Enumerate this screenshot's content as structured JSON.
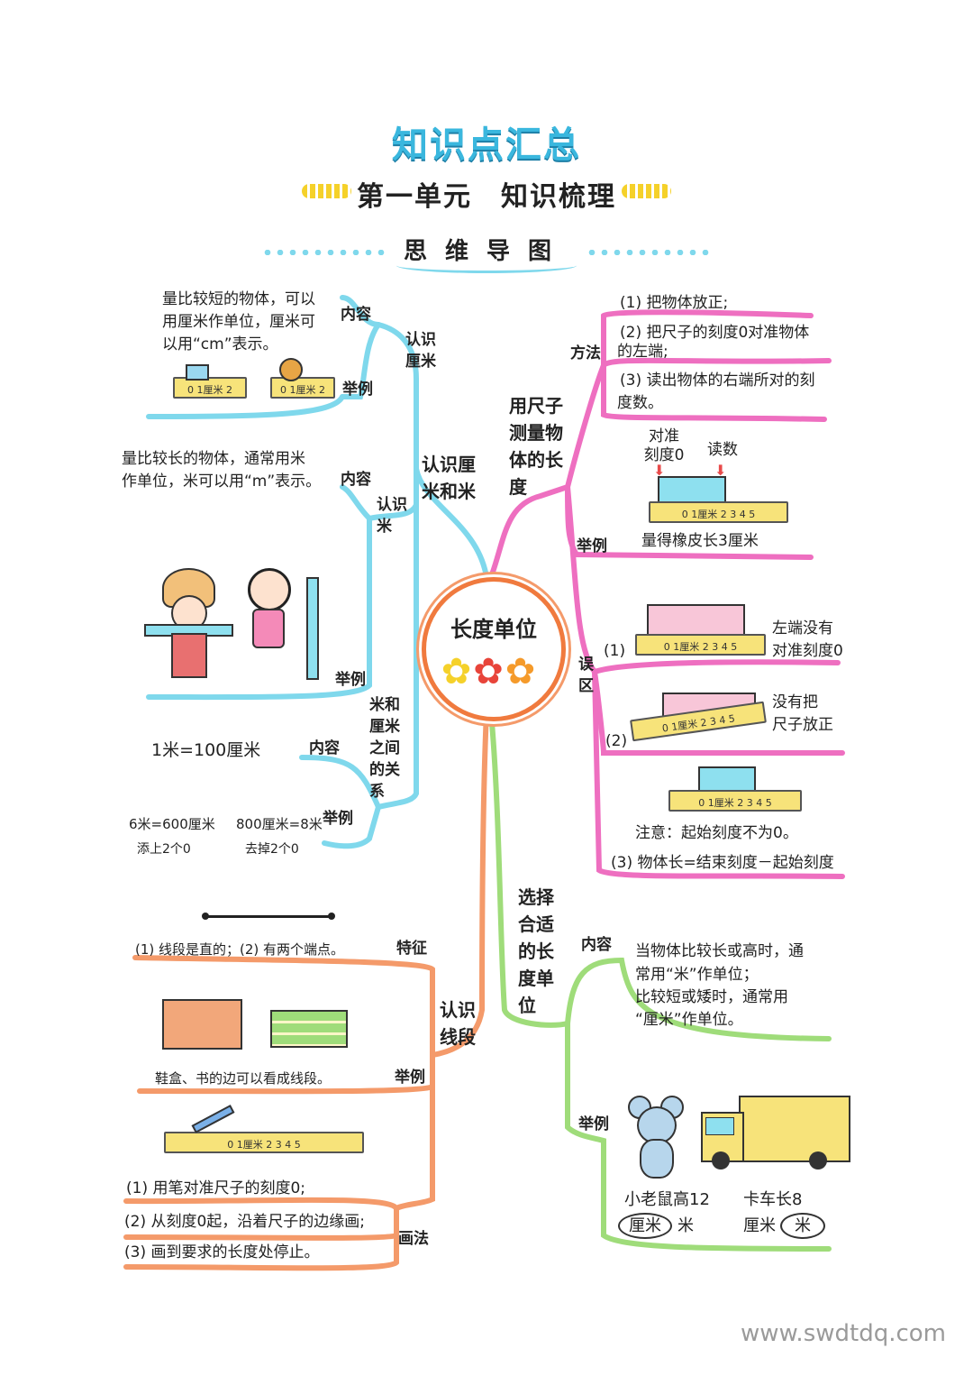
{
  "header": {
    "title": "知识点汇总",
    "subtitle": "第一单元　知识梳理",
    "banner": "思维导图"
  },
  "center": {
    "label": "长度单位"
  },
  "left_top": {
    "branch": "认识厘米和米",
    "cm": {
      "label": "认识厘米",
      "content_tag": "内容",
      "content": [
        "量比较短的物体，可以",
        "用厘米作单位，厘米可",
        "以用“cm”表示。"
      ],
      "example_tag": "举例"
    },
    "m": {
      "label": "认识米",
      "content_tag": "内容",
      "content": [
        "量比较长的物体，通常用米",
        "作单位，米可以用“m”表示。"
      ],
      "example_tag": "举例"
    },
    "relation": {
      "label": "米和厘米之间的关系",
      "content_tag": "内容",
      "content": "1米=100厘米",
      "example_tag": "举例",
      "ex1": "6米=600厘米",
      "ex1_note": "添上2个0",
      "ex2": "800厘米=8米",
      "ex2_note": "去掉2个0"
    }
  },
  "right_top": {
    "branch": "用尺子测量物体的长度",
    "method_tag": "方法",
    "methods": [
      "(1) 把物体放正;",
      "(2) 把尺子的刻度0对准物体",
      "的左端;",
      "(3) 读出物体的右端所对的刻",
      "度数。"
    ],
    "example_tag": "举例",
    "align_label": "对准刻度0",
    "read_label": "读数",
    "example_result": "量得橡皮长3厘米",
    "mistake_tag": "误区",
    "mistake1_num": "(1)",
    "mistake1": [
      "左端没有",
      "对准刻度0"
    ],
    "mistake2_num": "(2)",
    "mistake2": [
      "没有把",
      "尺子放正"
    ],
    "note": "注意：起始刻度不为0。",
    "formula": "(3) 物体长=结束刻度－起始刻度"
  },
  "left_bottom": {
    "branch": "认识线段",
    "feature_tag": "特征",
    "feature": "(1) 线段是直的；(2) 有两个端点。",
    "example_tag": "举例",
    "example": "鞋盒、书的边可以看成线段。",
    "draw_tag": "画法",
    "steps": [
      "(1) 用笔对准尺子的刻度0;",
      "(2) 从刻度0起，沿着尺子的边缘画;",
      "(3) 画到要求的长度处停止。"
    ]
  },
  "right_bottom": {
    "branch": "选择合适的长度单位",
    "content_tag": "内容",
    "content": [
      "当物体比较长或高时，通",
      "常用“米”作单位；",
      "比较短或矮时，通常用",
      "“厘米”作单位。"
    ],
    "example_tag": "举例",
    "mouse": [
      "小老鼠高12",
      "厘米",
      "米"
    ],
    "truck": [
      "卡车长8",
      "厘米",
      "米"
    ]
  },
  "ruler_labels": {
    "short": "0 1厘米 2",
    "long": "0 1厘米 2 3 4 5"
  },
  "watermark": "www.swdtdq.com",
  "colors": {
    "cyan": "#7fd8ec",
    "pink": "#ee6fc0",
    "orange": "#f49a6a",
    "green": "#9fdc7a"
  }
}
